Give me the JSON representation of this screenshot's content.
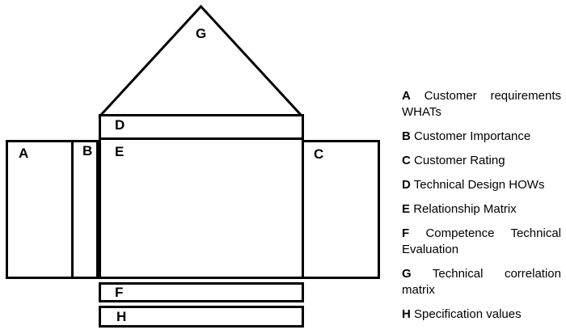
{
  "diagram": {
    "title": "house-of-quality",
    "line_color": "#000000",
    "background_color": "#ffffff",
    "boxes": {
      "a": "A",
      "b": "B",
      "c": "C",
      "d": "D",
      "e": "E",
      "f": "F",
      "g": "G",
      "h": "H"
    }
  },
  "legend": {
    "items": [
      {
        "letter": "A",
        "description": "Customer requirements WHATs"
      },
      {
        "letter": "B",
        "description": "Customer Importance"
      },
      {
        "letter": "C",
        "description": "Customer Rating"
      },
      {
        "letter": "D",
        "description": "Technical Design HOWs"
      },
      {
        "letter": "E",
        "description": "Relationship Matrix"
      },
      {
        "letter": "F",
        "description": "Competence Technical Evaluation"
      },
      {
        "letter": "G",
        "description": "Technical correlation matrix"
      },
      {
        "letter": "H",
        "description": "Specification values"
      }
    ]
  }
}
